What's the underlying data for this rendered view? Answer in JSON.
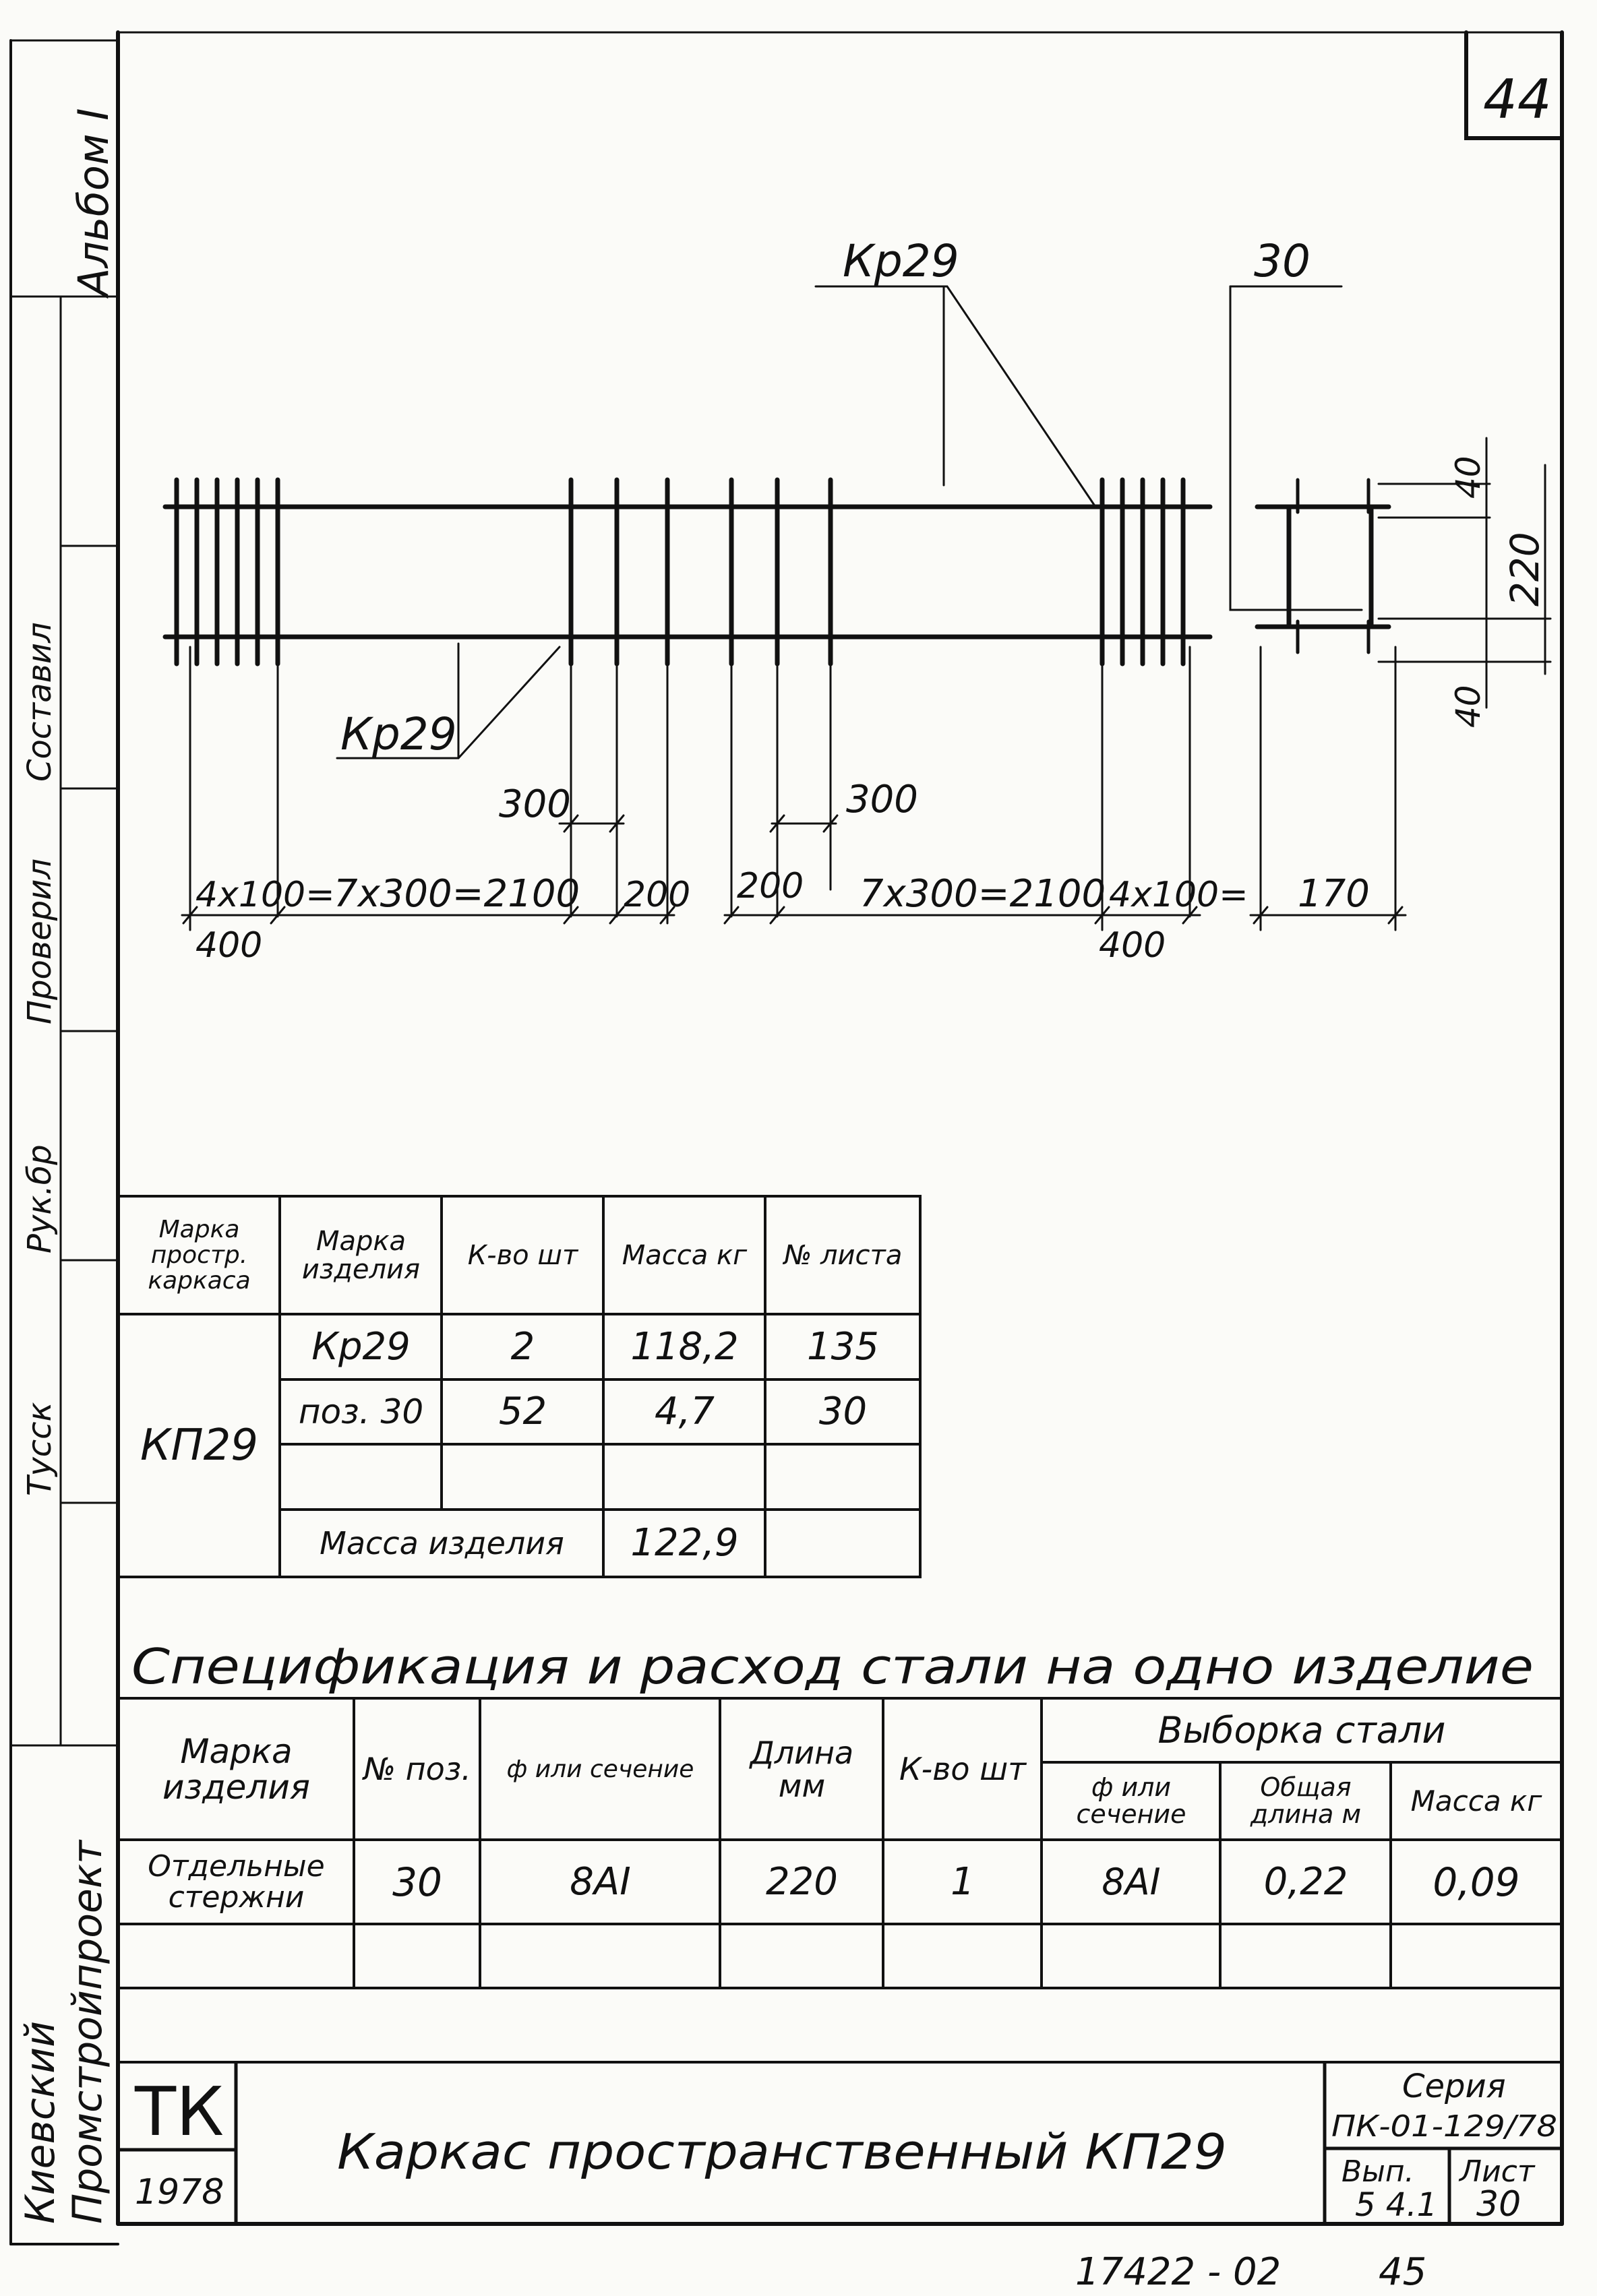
{
  "sheet": {
    "page_number": "44",
    "bottom_code": "17422 - 02",
    "bottom_number": "45"
  },
  "side_margin": {
    "album": "Альбом I",
    "institute": "Киевский\nПромстройпроект",
    "labels": [
      "Тусск",
      "Рук.бр",
      "Проверил",
      "Составил"
    ]
  },
  "drawing": {
    "mark_label": "Кр29",
    "dims": {
      "left_end": "4x100=\n400",
      "left_mid": "7x300=2100",
      "d200_left": "200",
      "d200_right": "200",
      "right_mid": "7x300=2100",
      "right_end": "4x100=\n400",
      "d300_left": "300",
      "d300_right": "300",
      "section_width": "170",
      "section_top_label": "30",
      "section_height": "220",
      "section_cover_top": "40",
      "section_cover_bottom": "40"
    }
  },
  "small_table": {
    "headers": [
      "Марка простр. каркаса",
      "Марка изделия",
      "К-во шт",
      "Масса кг",
      "№ листа"
    ],
    "frame_mark": "КП29",
    "rows": [
      [
        "Кр29",
        "2",
        "118,2",
        "135"
      ],
      [
        "поз. 30",
        "52",
        "4,7",
        "30"
      ]
    ],
    "total_label": "Масса изделия",
    "total_value": "122,9"
  },
  "spec": {
    "title": "Спецификация и расход стали на одно изделие",
    "headers": {
      "mark": "Марка изделия",
      "pos": "№ поз.",
      "section": "ф или сечение",
      "length": "Длина мм",
      "qty": "К-во шт",
      "steel": "Выборка стали",
      "sub_section": "ф или сечение",
      "sub_total_length": "Общая длина м",
      "sub_mass": "Масса кг"
    },
    "row": {
      "mark": "Отдельные стержни",
      "pos": "30",
      "section": "8АI",
      "length": "220",
      "qty": "1",
      "steel_section": "8АI",
      "total_length": "0,22",
      "mass": "0,09"
    }
  },
  "title_block": {
    "org": "ТК",
    "year": "1978",
    "title": "Каркас пространственный КП29",
    "series_label": "Серия",
    "series_value": "ПК-01-129/78",
    "issue_label": "Вып.",
    "issue_value": "5 4.1",
    "sheet_label": "Лист",
    "sheet_value": "30"
  }
}
